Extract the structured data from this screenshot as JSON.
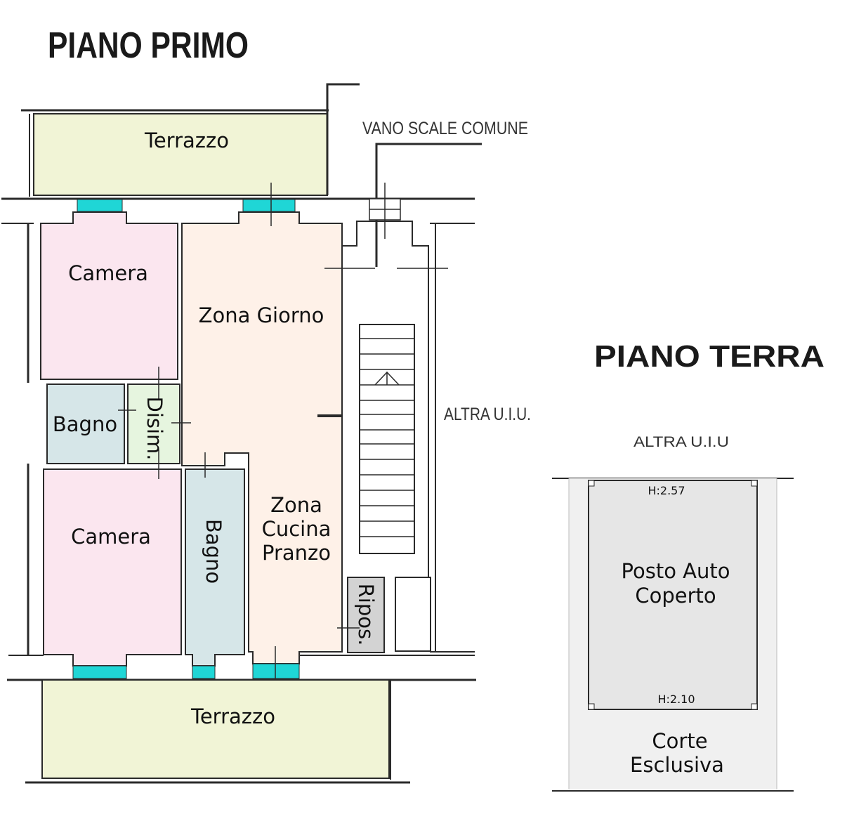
{
  "floors": {
    "first": {
      "title": "PIANO PRIMO",
      "stair_label": "VANO SCALE COMUNE",
      "other_unit_label": "ALTRA U.I.U.",
      "rooms": {
        "terrace_top": "Terrazzo",
        "bedroom_top": "Camera",
        "living": "Zona Giorno",
        "bathroom_left": "Bagno",
        "hallway": "Disim.",
        "bedroom_bottom": "Camera",
        "bathroom_mid": "Bagno",
        "kitchen_line1": "Zona",
        "kitchen_line2": "Cucina",
        "kitchen_line3": "Pranzo",
        "storage": "Ripos.",
        "terrace_bottom": "Terrazzo"
      }
    },
    "ground": {
      "title": "PIANO TERRA",
      "other_unit_label": "ALTRA U.I.U",
      "height_top": "H:2.57",
      "height_bottom": "H:2.10",
      "parking_line1": "Posto Auto",
      "parking_line2": "Coperto",
      "court_line1": "Corte",
      "court_line2": "Esclusiva"
    }
  },
  "colors": {
    "terrace": "#f1f4d6",
    "bedroom": "#fbe6ef",
    "living": "#fef1e8",
    "bathroom": "#d6e6e8",
    "hallway": "#e6f5df",
    "storage": "#d3d3d3",
    "parking": "#e6e6e6",
    "court": "#f0f0f0",
    "window": "#1fd6d6",
    "wall": "#2a2a2a"
  }
}
